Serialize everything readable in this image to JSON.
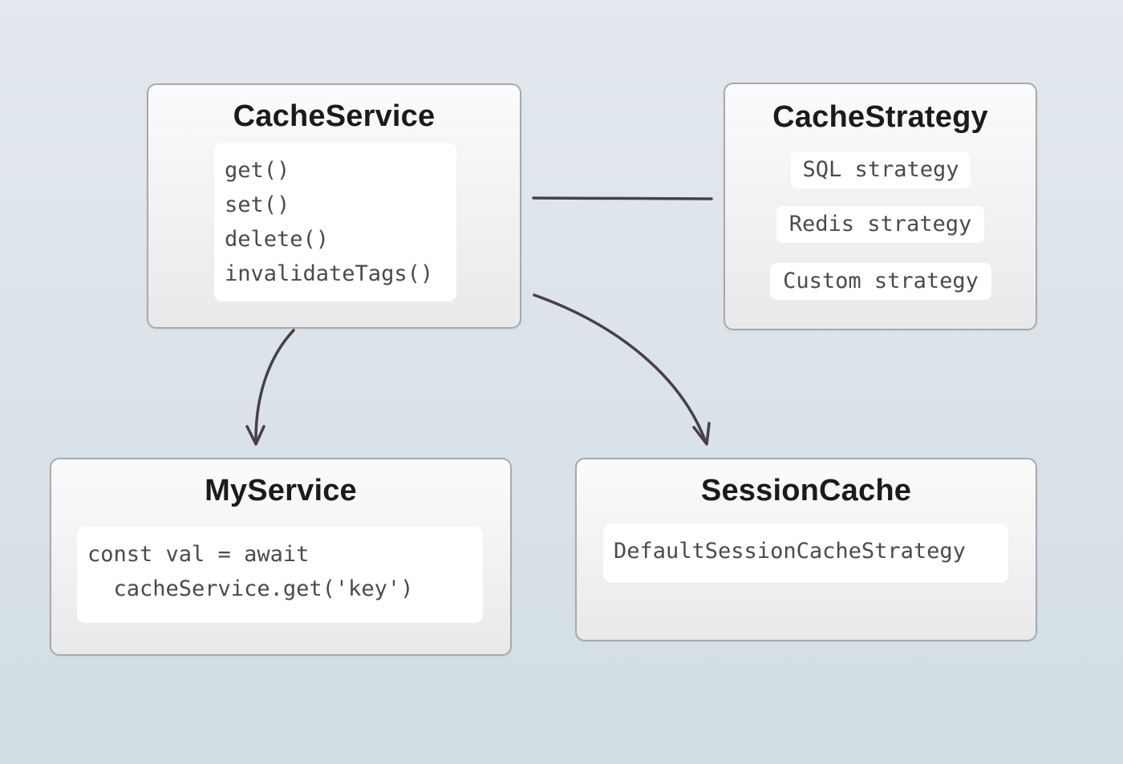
{
  "cache_service": {
    "title": "CacheService",
    "methods": [
      "get()",
      "set()",
      "delete()",
      "invalidateTags()"
    ]
  },
  "cache_strategy": {
    "title": "CacheStrategy",
    "strategies": [
      "SQL strategy",
      "Redis strategy",
      "Custom strategy"
    ]
  },
  "my_service": {
    "title": "MyService",
    "code": [
      "const val = await",
      "  cacheService.get('key')"
    ]
  },
  "session_cache": {
    "title": "SessionCache",
    "strategy": "DefaultSessionCacheStrategy"
  },
  "colors": {
    "connector": "#4a3f44",
    "box_border": "#a6aaae",
    "title_text": "#1b1b1f",
    "code_text": "#4a4a4a"
  }
}
